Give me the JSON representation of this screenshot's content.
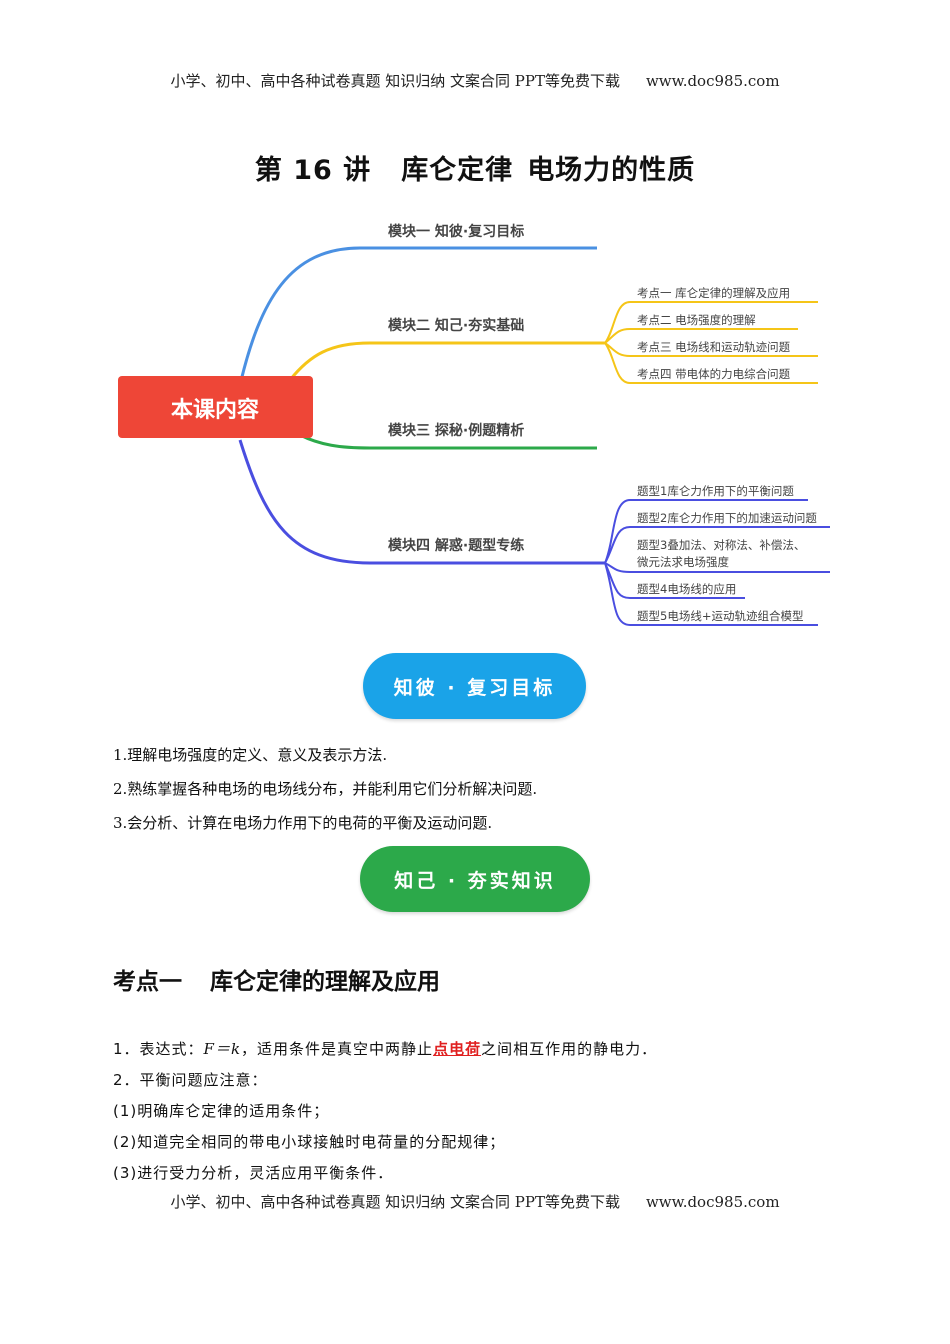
{
  "header": {
    "text": "小学、初中、高中各种试卷真题  知识归纳  文案合同  PPT等免费下载",
    "url": "www.doc985.com"
  },
  "footer": {
    "text": "小学、初中、高中各种试卷真题  知识归纳  文案合同  PPT等免费下载",
    "url": "www.doc985.com"
  },
  "title": {
    "part1": "第 16 讲",
    "part2": "库仑定律",
    "part3": "电场力的性质"
  },
  "mindmap": {
    "root": "本课内容",
    "root_color": "#ee4637",
    "branches": [
      {
        "label": "模块一  知彼·复习目标",
        "color": "#4a90e2",
        "items": []
      },
      {
        "label": "模块二  知己·夯实基础",
        "color": "#f5c518",
        "items": [
          "考点一    库仑定律的理解及应用",
          "考点二    电场强度的理解",
          "考点三    电场线和运动轨迹问题",
          "考点四    带电体的力电综合问题"
        ]
      },
      {
        "label": "模块三  探秘·例题精析",
        "color": "#2ca94a",
        "items": []
      },
      {
        "label": "模块四  解惑·题型专练",
        "color": "#4a4ee0",
        "items": [
          "题型1库仑力作用下的平衡问题",
          "题型2库仑力作用下的加速运动问题",
          "题型3叠加法、对称法、补偿法、",
          "微元法求电场强度",
          "题型4电场线的应用",
          "题型5电场线+运动轨迹组合模型"
        ]
      }
    ]
  },
  "pill1": "知彼 · 复习目标",
  "objectives": [
    "1.理解电场强度的定义、意义及表示方法.",
    "2.熟练掌握各种电场的电场线分布，并能利用它们分析解决问题.",
    "3.会分析、计算在电场力作用下的电荷的平衡及运动问题."
  ],
  "pill2": "知己 · 夯实知识",
  "section": {
    "num": "考点一",
    "title": "库仑定律的理解及应用"
  },
  "paragraph1": {
    "prefix": "1．表达式：",
    "formula": "F＝k",
    "mid": "，适用条件是真空中两静止",
    "highlight": "点电荷",
    "suffix": "之间相互作用的静电力．"
  },
  "lines": [
    "2．平衡问题应注意：",
    "(1)明确库仑定律的适用条件；",
    "(2)知道完全相同的带电小球接触时电荷量的分配规律；",
    "(3)进行受力分析，灵活应用平衡条件．"
  ]
}
